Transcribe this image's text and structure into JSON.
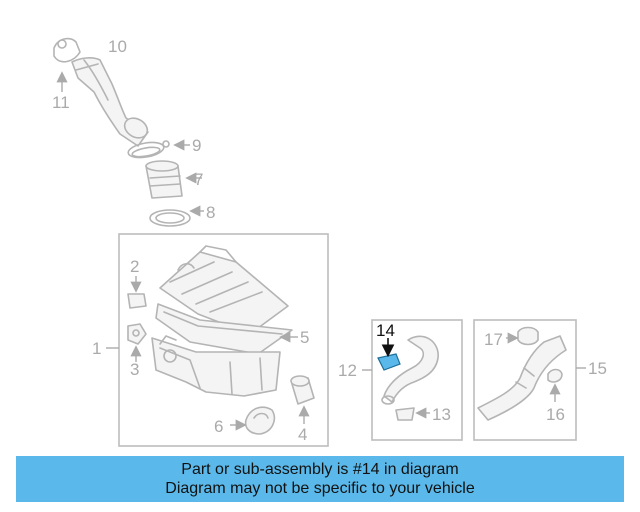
{
  "banner": {
    "line1": "Part or sub-assembly is #14 in diagram",
    "line2": "Diagram may not be specific to your vehicle"
  },
  "highlighted_part": "14",
  "highlight_color": "#5ab9ea",
  "banner_color": "#5ab9ea",
  "part_labels": {
    "p1": "1",
    "p2": "2",
    "p3": "3",
    "p4": "4",
    "p5": "5",
    "p6": "6",
    "p7": "7",
    "p8": "8",
    "p9": "9",
    "p10": "10",
    "p11": "11",
    "p12": "12",
    "p13": "13",
    "p14": "14",
    "p15": "15",
    "p16": "16",
    "p17": "17"
  }
}
